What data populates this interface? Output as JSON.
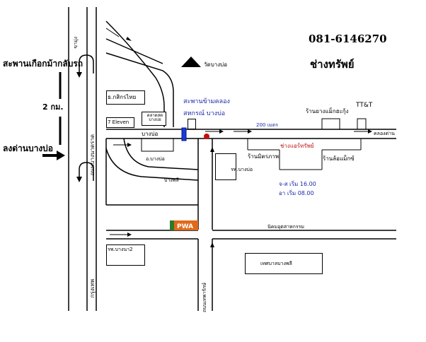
{
  "phone": "081-6146270",
  "shop_name": "ช่างทรัพย์",
  "left": {
    "bridge_label": "สะพานเกือกม้ากลับรถ",
    "distance": "2 กม.",
    "exit_label": "ลงด่านบางบ่อ",
    "road_top": "ขามุ่ง",
    "highway_label": "ถนนบางนาตราด",
    "bottom_road": "กรุงเทพ"
  },
  "top": {
    "temple": "วัดบางบ่อ"
  },
  "places": {
    "kasikorn": "ธ.กสิกรไทย",
    "seven_eleven": "7 Eleven",
    "small_shop": "ตลาดสด\nบางบ่อ",
    "bridge_across": "สะพานข้ามคลอง",
    "coop": "สหกรณ์ บางบ่อ",
    "distance_200": "200 เมตร",
    "clong_dan": "คลองด่าน",
    "bangbo_road": "บางบ่อ",
    "district_office": "อ.บางบ่อ",
    "tire_shop_top": "ร้านยางแม็กฮะกุ้ง",
    "ttt": "TT&T",
    "repair_shop": "ช่างแอร์ทรัพย์",
    "left_shop": "ร้านมิตรภาพ",
    "right_shop": "ร้านล้อแม็กซ์",
    "hospital": "รพ.บางบ่อ",
    "hours_weekday": "จ-ส  เริ่ม 16.00",
    "hours_sunday": "อา   เริ่ม 08.00",
    "bang_phli": "บางพลี",
    "nikhom": "นิคมอุตสาหกรรม",
    "hospital2": "รพ.บางนา2",
    "industrial": "เทศบาลบางพลี",
    "thepharak": "ถนนเทพารักษ์",
    "pwa": "PWA"
  }
}
